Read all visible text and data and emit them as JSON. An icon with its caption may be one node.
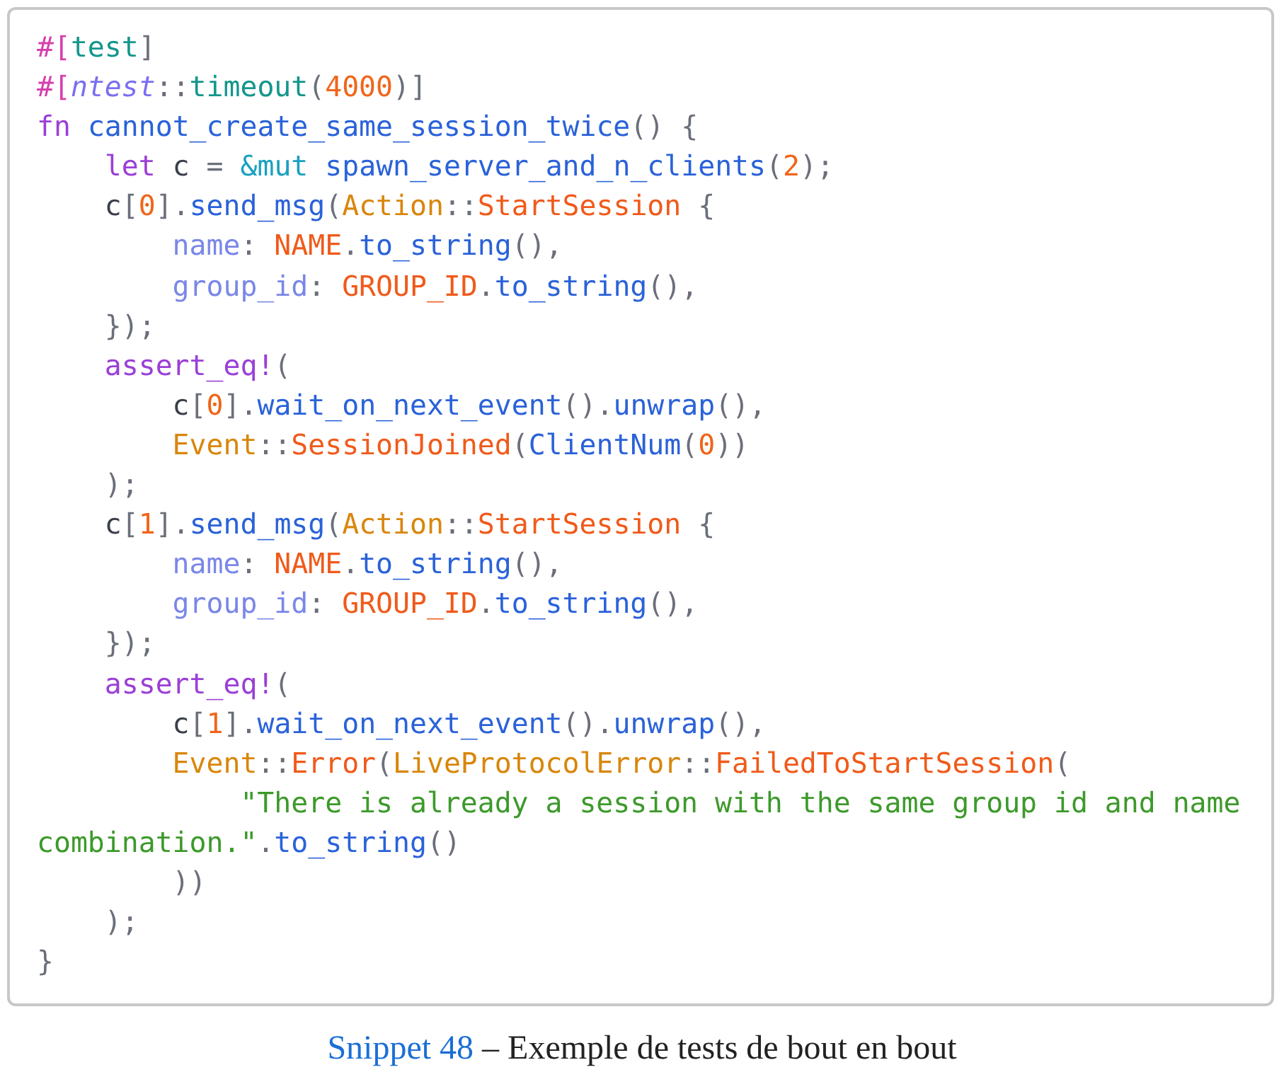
{
  "diagram": {
    "caption": "Snippet 48 – Exemple de tests de bout en bout",
    "labels": [
      "#[test]",
      "#[ntest::timeout(4000)]",
      "fn cannot_create_same_session_twice() {",
      "let c = &mut spawn_server_and_n_clients(2);",
      "c[0].send_msg(Action::StartSession {",
      "name: NAME.to_string(),",
      "group_id: GROUP_ID.to_string(),",
      "});",
      "assert_eq!(",
      "c[0].wait_on_next_event().unwrap(),",
      "Event::SessionJoined(ClientNum(0))",
      ");",
      "c[1].send_msg(Action::StartSession {",
      "name: NAME.to_string(),",
      "group_id: GROUP_ID.to_string(),",
      "});",
      "assert_eq!(",
      "c[1].wait_on_next_event().unwrap(),",
      "Event::Error(LiveProtocolError::FailedToStartSession(",
      "\"There is already a session with the same group id and name combination.\".to_string()",
      "))",
      ");",
      "}"
    ]
  }
}
